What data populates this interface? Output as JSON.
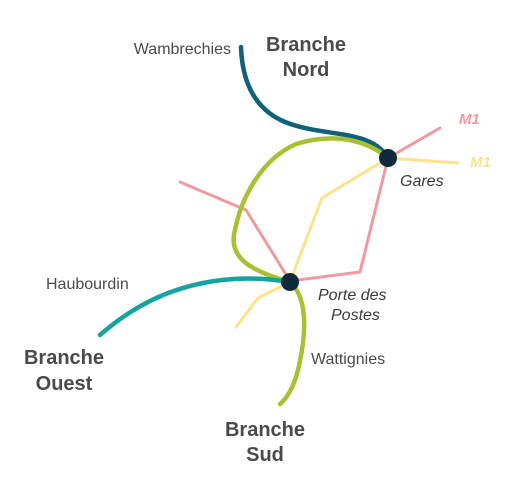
{
  "colors": {
    "branch_nord": "#11607a",
    "branch_ouest": "#13a3a0",
    "branch_sud": "#a7c132",
    "metro_m1_a": "#ee9aa0",
    "metro_m1_b": "#fae38c",
    "node": "#0f2b3a",
    "text": "#4a4a4a"
  },
  "places": {
    "wambrechies": "Wambrechies",
    "haubourdin": "Haubourdin",
    "wattignies": "Wattignies"
  },
  "stations": {
    "gares": "Gares",
    "porte_line1": "Porte des",
    "porte_line2": "Postes"
  },
  "branches": {
    "nord_line1": "Branche",
    "nord_line2": "Nord",
    "ouest_line1": "Branche",
    "ouest_line2": "Ouest",
    "sud_line1": "Branche",
    "sud_line2": "Sud"
  },
  "metro_lines": {
    "m1_pink": "M1",
    "m1_yellow": "M1"
  }
}
